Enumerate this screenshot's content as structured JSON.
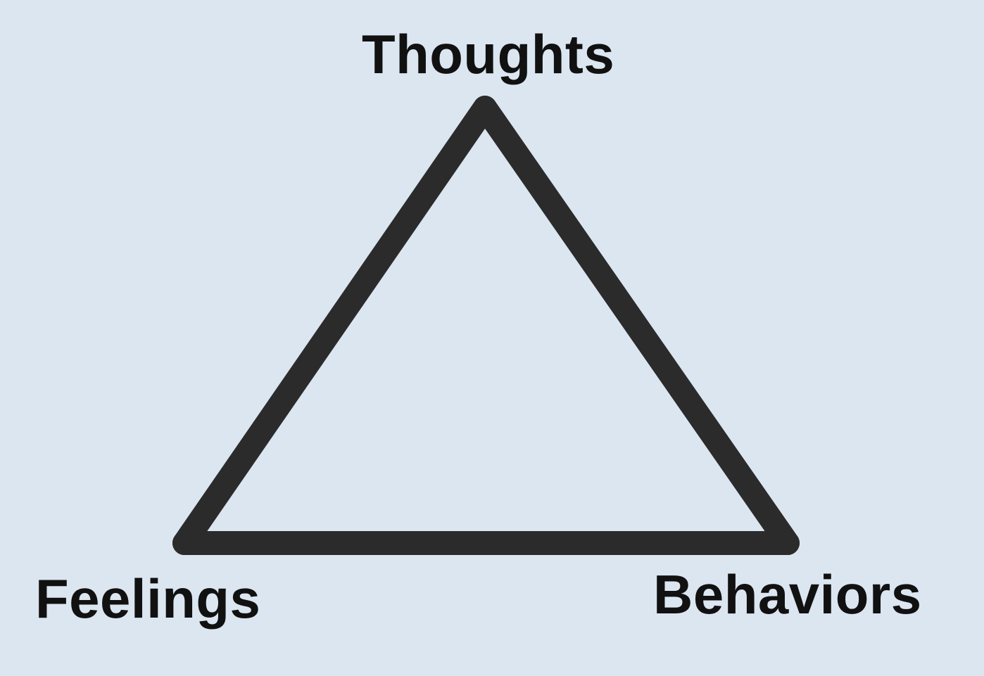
{
  "diagram": {
    "nodes": [
      {
        "id": "thoughts",
        "label": "Thoughts"
      },
      {
        "id": "feelings",
        "label": "Feelings"
      },
      {
        "id": "behaviors",
        "label": "Behaviors"
      }
    ],
    "edges": [
      {
        "from": "thoughts",
        "to": "behaviors"
      },
      {
        "from": "behaviors",
        "to": "feelings"
      },
      {
        "from": "feelings",
        "to": "thoughts"
      }
    ]
  },
  "colors": {
    "background": "#dce6f1",
    "stroke": "#2b2b2b",
    "text": "#111111"
  }
}
